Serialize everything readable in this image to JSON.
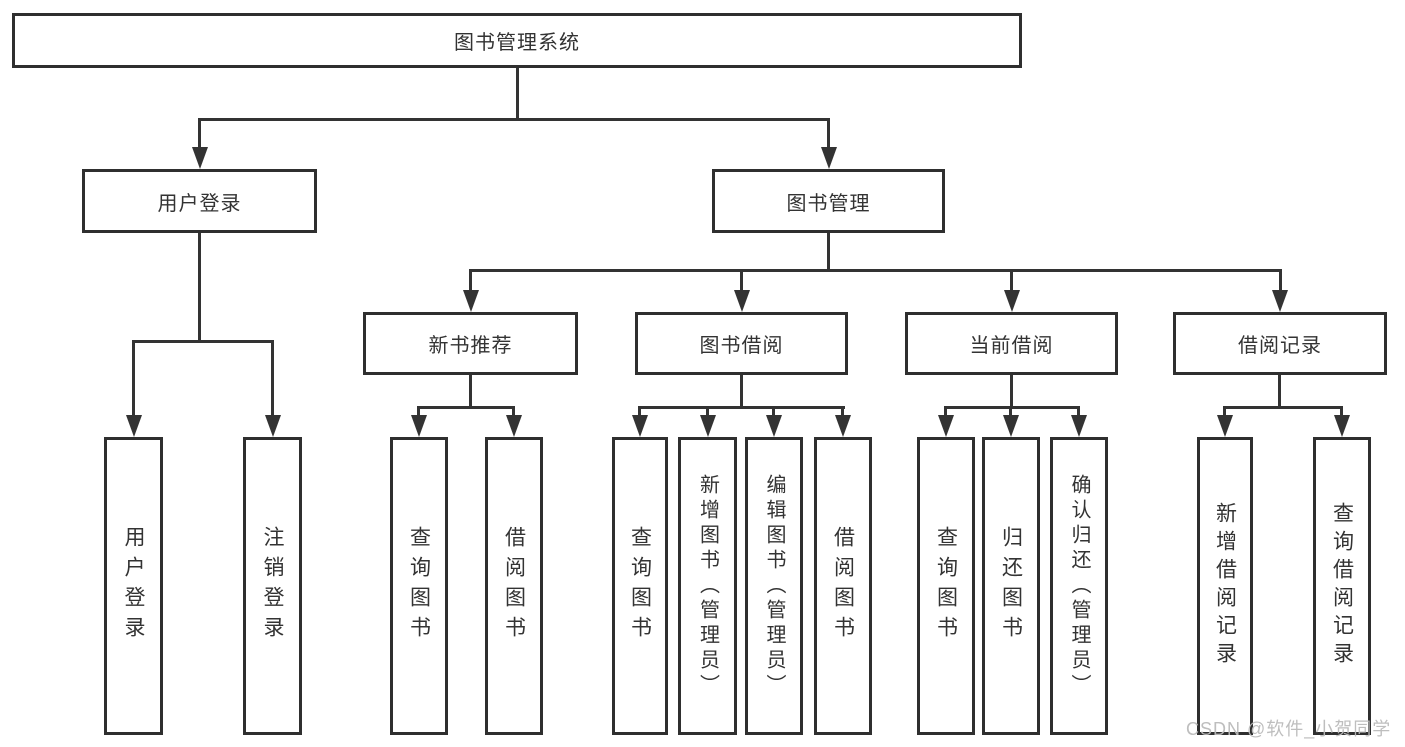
{
  "diagram": {
    "title": "图书管理系统",
    "nodes": {
      "root": {
        "label": "图书管理系统"
      },
      "level1": [
        {
          "id": "user-login",
          "label": "用户登录"
        },
        {
          "id": "book-management",
          "label": "图书管理"
        }
      ],
      "level2": [
        {
          "id": "new-book-recommend",
          "parent": "book-management",
          "label": "新书推荐"
        },
        {
          "id": "book-borrowing",
          "parent": "book-management",
          "label": "图书借阅"
        },
        {
          "id": "current-borrowing",
          "parent": "book-management",
          "label": "当前借阅"
        },
        {
          "id": "borrowing-records",
          "parent": "book-management",
          "label": "借阅记录"
        }
      ],
      "leaves": [
        {
          "parent": "user-login",
          "label": "用户登录"
        },
        {
          "parent": "user-login",
          "label": "注销登录"
        },
        {
          "parent": "new-book-recommend",
          "label": "查询图书"
        },
        {
          "parent": "new-book-recommend",
          "label": "借阅图书"
        },
        {
          "parent": "book-borrowing",
          "label": "查询图书"
        },
        {
          "parent": "book-borrowing",
          "label": "新增图书（管理员）"
        },
        {
          "parent": "book-borrowing",
          "label": "编辑图书（管理员）"
        },
        {
          "parent": "book-borrowing",
          "label": "借阅图书"
        },
        {
          "parent": "current-borrowing",
          "label": "查询图书"
        },
        {
          "parent": "current-borrowing",
          "label": "归还图书"
        },
        {
          "parent": "current-borrowing",
          "label": "确认归还（管理员）"
        },
        {
          "parent": "borrowing-records",
          "label": "新增借阅记录"
        },
        {
          "parent": "borrowing-records",
          "label": "查询借阅记录"
        }
      ]
    },
    "watermark": {
      "text": "CSDN @软件_小贺同学"
    },
    "colors": {
      "line": "#333333",
      "box_border": "#2f2f2f",
      "text": "#333333",
      "background": "#ffffff",
      "watermark": "#bbbbbb"
    }
  }
}
